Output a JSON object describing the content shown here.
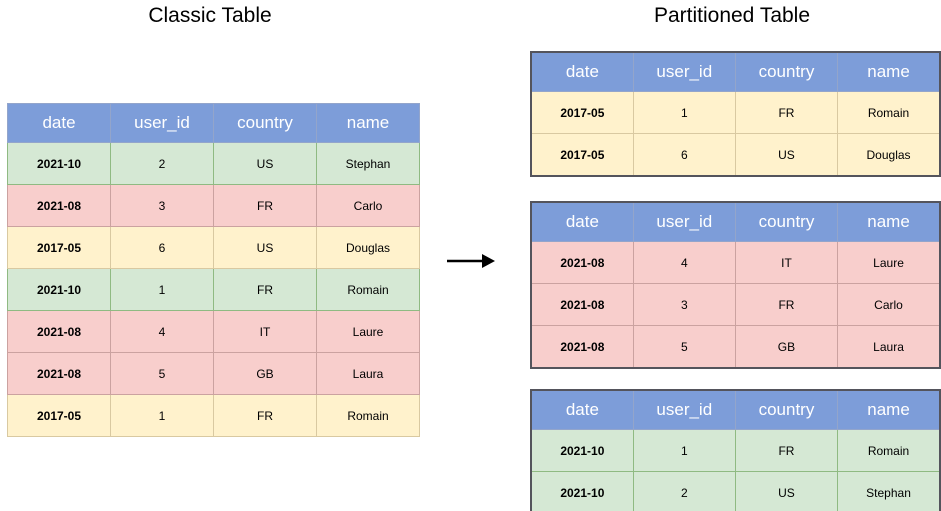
{
  "classic": {
    "title": "Classic Table",
    "columns": [
      "date",
      "user_id",
      "country",
      "name"
    ],
    "rows": [
      {
        "cells": [
          "2021-10",
          "2",
          "US",
          "Stephan"
        ],
        "color": "green"
      },
      {
        "cells": [
          "2021-08",
          "3",
          "FR",
          "Carlo"
        ],
        "color": "pink"
      },
      {
        "cells": [
          "2017-05",
          "6",
          "US",
          "Douglas"
        ],
        "color": "yellow"
      },
      {
        "cells": [
          "2021-10",
          "1",
          "FR",
          "Romain"
        ],
        "color": "green"
      },
      {
        "cells": [
          "2021-08",
          "4",
          "IT",
          "Laure"
        ],
        "color": "pink"
      },
      {
        "cells": [
          "2021-08",
          "5",
          "GB",
          "Laura"
        ],
        "color": "pink"
      },
      {
        "cells": [
          "2017-05",
          "1",
          "FR",
          "Romain"
        ],
        "color": "yellow"
      }
    ]
  },
  "partitioned": {
    "title": "Partitioned Table",
    "columns": [
      "date",
      "user_id",
      "country",
      "name"
    ],
    "tables": [
      {
        "rows": [
          {
            "cells": [
              "2017-05",
              "1",
              "FR",
              "Romain"
            ],
            "color": "yellow"
          },
          {
            "cells": [
              "2017-05",
              "6",
              "US",
              "Douglas"
            ],
            "color": "yellow"
          }
        ]
      },
      {
        "rows": [
          {
            "cells": [
              "2021-08",
              "4",
              "IT",
              "Laure"
            ],
            "color": "pink"
          },
          {
            "cells": [
              "2021-08",
              "3",
              "FR",
              "Carlo"
            ],
            "color": "pink"
          },
          {
            "cells": [
              "2021-08",
              "5",
              "GB",
              "Laura"
            ],
            "color": "pink"
          }
        ]
      },
      {
        "rows": [
          {
            "cells": [
              "2021-10",
              "1",
              "FR",
              "Romain"
            ],
            "color": "green"
          },
          {
            "cells": [
              "2021-10",
              "2",
              "US",
              "Stephan"
            ],
            "color": "green"
          }
        ]
      }
    ]
  },
  "arrow_icon": "right-arrow",
  "colors": {
    "header_fill": "#7D9DD9",
    "header_border": "#93A5CB",
    "header_text": "#FFFFFF",
    "green_fill": "#D5E8D4",
    "green_border": "#8FBA82",
    "pink_fill": "#F8CECC",
    "pink_border": "#CBA2A0",
    "yellow_fill": "#FFF2CC",
    "yellow_border": "#D9C9A1",
    "outline": "#54545C",
    "arrow": "#000000"
  }
}
